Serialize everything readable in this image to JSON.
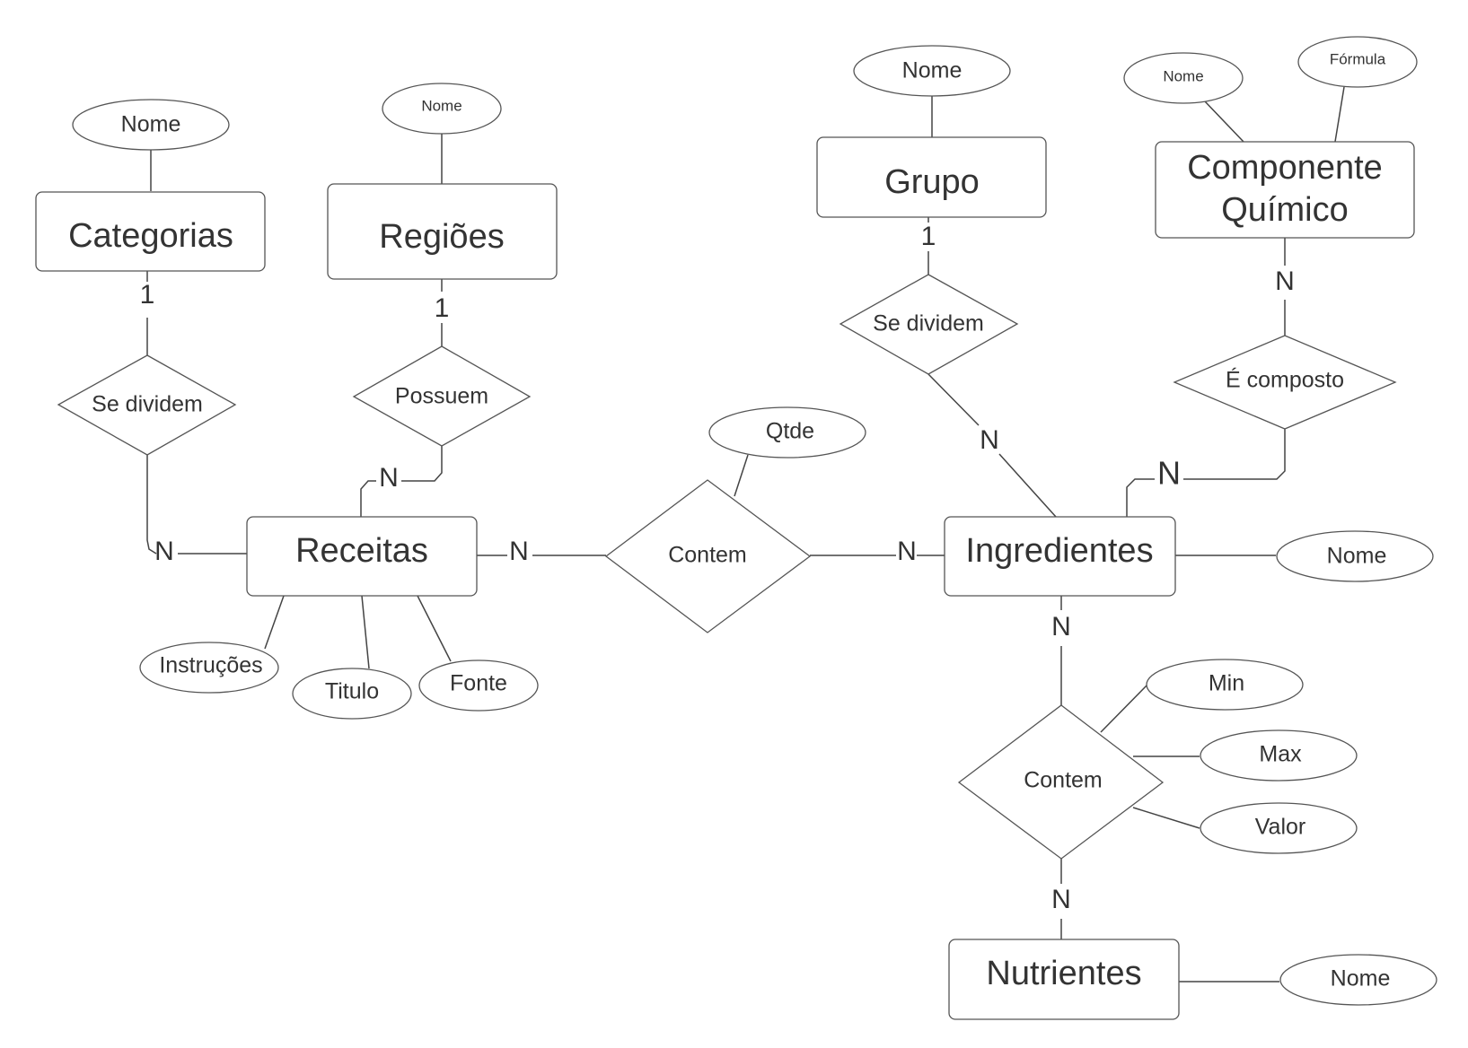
{
  "entities": {
    "categorias": "Categorias",
    "regioes": "Regiões",
    "grupo": "Grupo",
    "componente_line1": "Componente",
    "componente_line2": "Químico",
    "receitas": "Receitas",
    "ingredientes": "Ingredientes",
    "nutrientes": "Nutrientes"
  },
  "relationships": {
    "categorias_receitas": "Se dividem",
    "regioes_receitas": "Possuem",
    "grupo_ingredientes": "Se dividem",
    "componente_ingredientes": "É composto",
    "receitas_ingredientes": "Contem",
    "ingredientes_nutrientes": "Contem"
  },
  "attributes": {
    "categorias_nome": "Nome",
    "regioes_nome": "Nome",
    "grupo_nome": "Nome",
    "componente_nome": "Nome",
    "componente_formula": "Fórmula",
    "receitas_instrucoes": "Instruções",
    "receitas_titulo": "Titulo",
    "receitas_fonte": "Fonte",
    "contem_qtde": "Qtde",
    "ingredientes_nome": "Nome",
    "nutrientes_nome": "Nome",
    "contem_min": "Min",
    "contem_max": "Max",
    "contem_valor": "Valor"
  },
  "cardinalities": {
    "categorias_side": "1",
    "categorias_receitas_side": "N",
    "regioes_side": "1",
    "regioes_receitas_side": "N",
    "grupo_side": "1",
    "grupo_ingredientes_side": "N",
    "componente_side": "N",
    "componente_ingredientes_side": "N",
    "receitas_contem_side": "N",
    "ingredientes_contem_side": "N",
    "ingredientes_nutrientes_side": "N",
    "nutrientes_side": "N"
  }
}
